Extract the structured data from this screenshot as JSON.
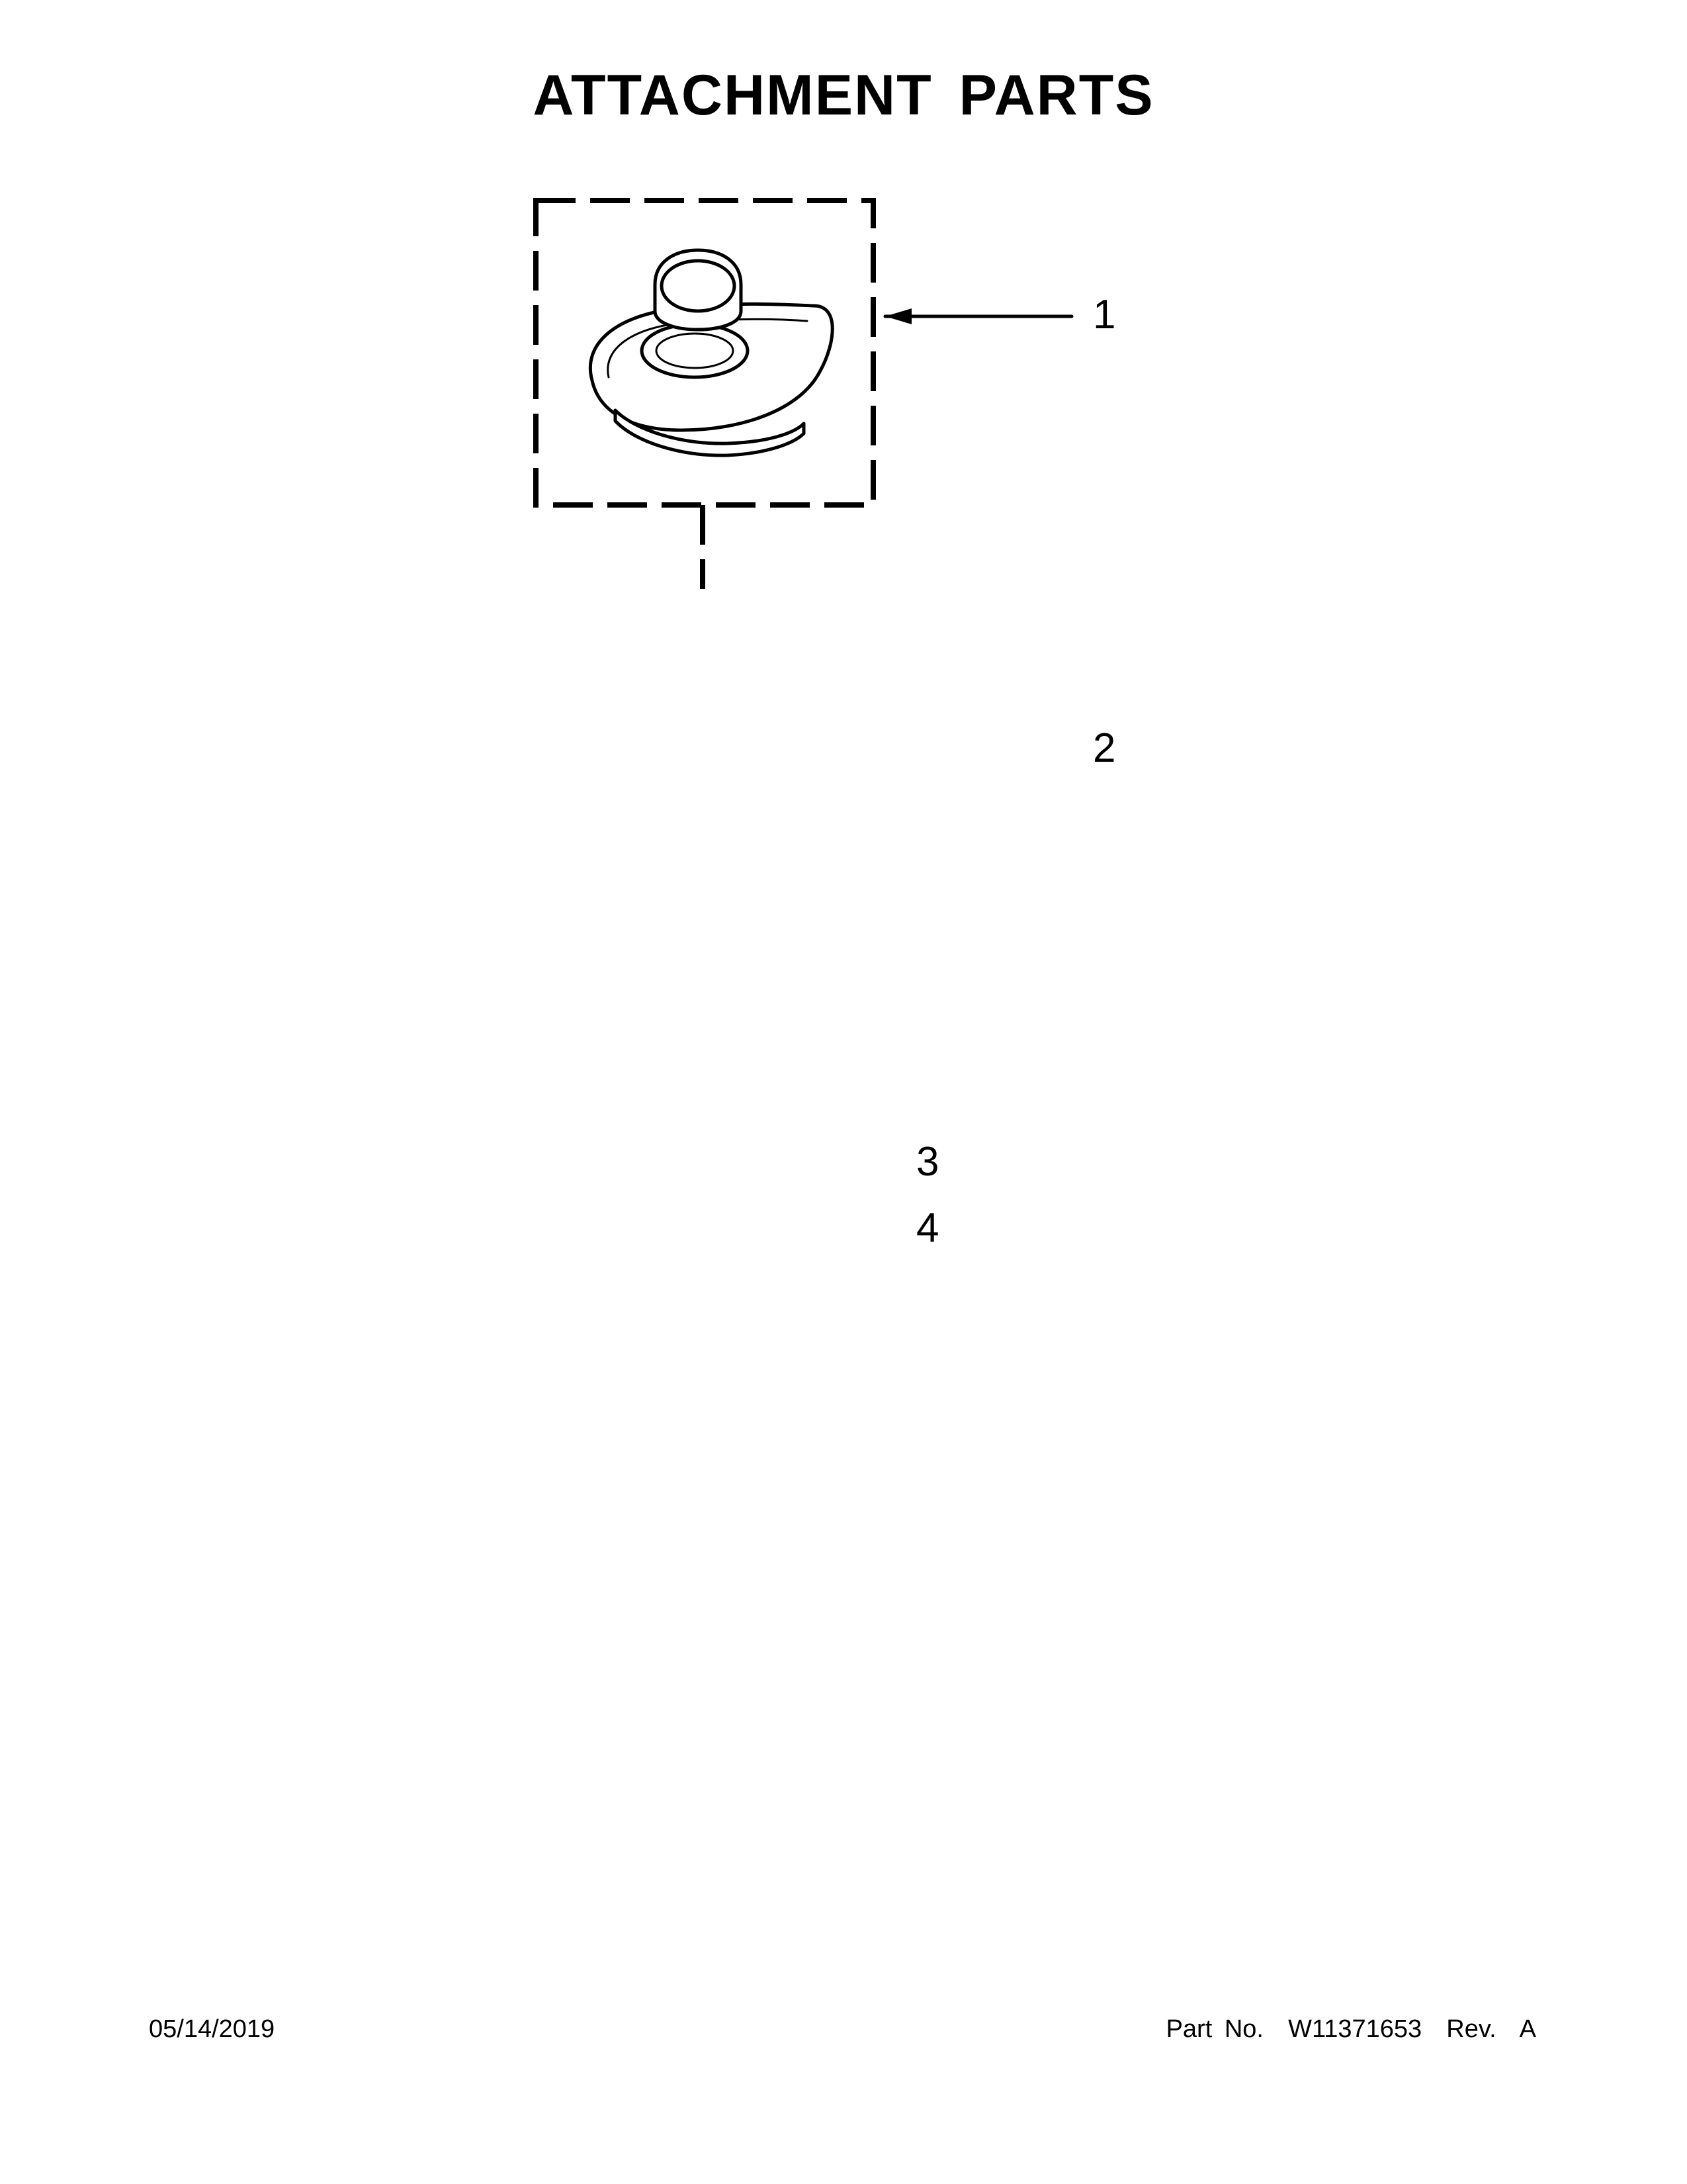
{
  "page": {
    "title": "ATTACHMENT PARTS",
    "footer": {
      "date": "05/14/2019",
      "part_info": "Part No.  W11371653  Rev.  A"
    }
  },
  "diagram": {
    "callouts": [
      "1",
      "2",
      "3",
      "4"
    ],
    "parts": [
      {
        "callout": "1",
        "icon": "blender-lid-icon"
      },
      {
        "callout": "2",
        "icon": "blender-jar-icon"
      },
      {
        "callout": "3",
        "icon": "seal-ring-icon"
      },
      {
        "callout": "4",
        "icon": "drive-coupler-icon"
      },
      {
        "callout": "",
        "icon": "blender-base-icon"
      }
    ]
  }
}
